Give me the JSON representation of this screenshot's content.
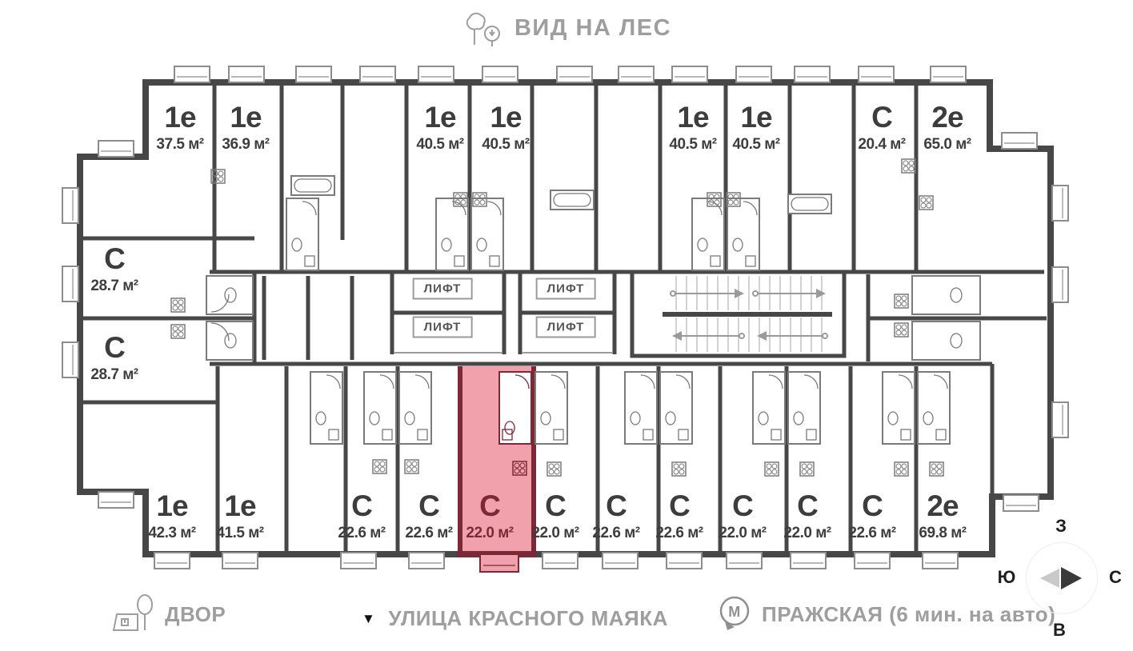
{
  "header": {
    "title": "ВИД НА ЛЕС"
  },
  "legend": {
    "yard": {
      "label": "ДВОР"
    },
    "street": {
      "label": "УЛИЦА КРАСНОГО МАЯКА",
      "marker": "▼"
    },
    "metro": {
      "label": "ПРАЖСКАЯ (6 мин. на авто)",
      "letter": "М"
    }
  },
  "compass": {
    "west": "З",
    "south": "Ю",
    "north": "С",
    "east": "В"
  },
  "lifts": [
    "ЛИФТ",
    "ЛИФТ",
    "ЛИФТ",
    "ЛИФТ"
  ],
  "apartments": [
    {
      "type": "1е",
      "area": "37.5 м²",
      "highlighted": false
    },
    {
      "type": "1е",
      "area": "36.9 м²",
      "highlighted": false
    },
    {
      "type": "1е",
      "area": "40.5 м²",
      "highlighted": false
    },
    {
      "type": "1е",
      "area": "40.5 м²",
      "highlighted": false
    },
    {
      "type": "1е",
      "area": "40.5 м²",
      "highlighted": false
    },
    {
      "type": "1е",
      "area": "40.5 м²",
      "highlighted": false
    },
    {
      "type": "С",
      "area": "20.4 м²",
      "highlighted": false
    },
    {
      "type": "2е",
      "area": "65.0 м²",
      "highlighted": false
    },
    {
      "type": "С",
      "area": "28.7 м²",
      "highlighted": false
    },
    {
      "type": "С",
      "area": "28.7 м²",
      "highlighted": false
    },
    {
      "type": "1е",
      "area": "42.3 м²",
      "highlighted": false
    },
    {
      "type": "1е",
      "area": "41.5 м²",
      "highlighted": false
    },
    {
      "type": "С",
      "area": "22.6 м²",
      "highlighted": false
    },
    {
      "type": "С",
      "area": "22.6 м²",
      "highlighted": false
    },
    {
      "type": "С",
      "area": "22.0 м²",
      "highlighted": true
    },
    {
      "type": "С",
      "area": "22.0 м²",
      "highlighted": false
    },
    {
      "type": "С",
      "area": "22.6 м²",
      "highlighted": false
    },
    {
      "type": "С",
      "area": "22.6 м²",
      "highlighted": false
    },
    {
      "type": "С",
      "area": "22.0 м²",
      "highlighted": false
    },
    {
      "type": "С",
      "area": "22.0 м²",
      "highlighted": false
    },
    {
      "type": "С",
      "area": "22.6 м²",
      "highlighted": false
    },
    {
      "type": "2е",
      "area": "69.8 м²",
      "highlighted": false
    }
  ],
  "colors": {
    "highlight_fill": "#f1a1ab",
    "highlight_dark": "#7c2836",
    "wall": "#474747",
    "muted_text": "#9e9e9e"
  }
}
